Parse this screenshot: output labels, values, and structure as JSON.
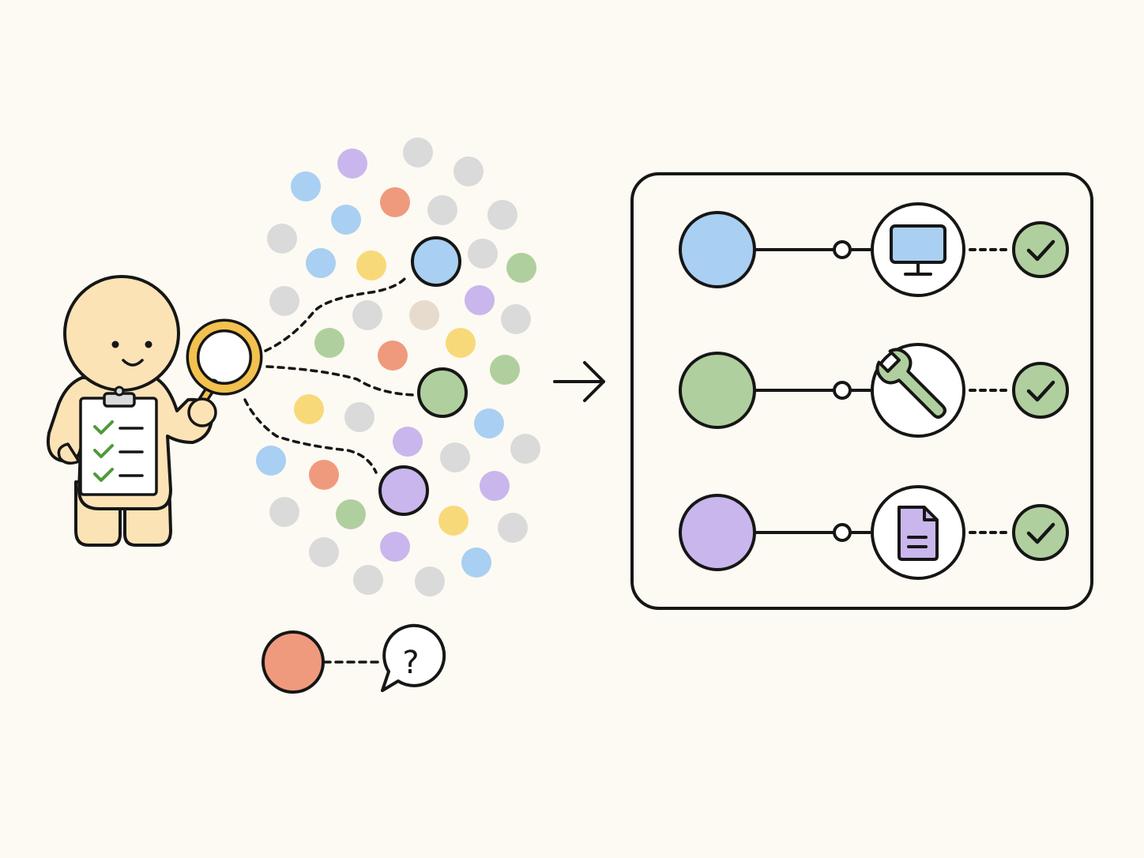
{
  "colors": {
    "background": "#FCFAF2",
    "ink": "#161616",
    "blue": "#A9CFF2",
    "green": "#B0CF9E",
    "purple": "#C9B6EC",
    "orange": "#F09A7D",
    "yellow": "#F8D97A",
    "gray": "#DADADA",
    "beige": "#E7DBCE",
    "skin": "#FCE3B6",
    "lens": "#F2C14E",
    "check": "#4F9A3C"
  },
  "scatter": {
    "dots": [
      {
        "color": "purple"
      },
      {
        "color": "gray"
      },
      {
        "color": "blue"
      },
      {
        "color": "gray"
      },
      {
        "color": "orange"
      },
      {
        "color": "blue"
      },
      {
        "color": "gray"
      },
      {
        "color": "gray"
      },
      {
        "color": "gray"
      },
      {
        "color": "blue"
      },
      {
        "color": "yellow"
      },
      {
        "color": "gray"
      },
      {
        "color": "green"
      },
      {
        "color": "gray"
      },
      {
        "color": "purple"
      },
      {
        "color": "gray"
      },
      {
        "color": "beige"
      },
      {
        "color": "gray"
      },
      {
        "color": "green"
      },
      {
        "color": "orange"
      },
      {
        "color": "yellow"
      },
      {
        "color": "green"
      },
      {
        "color": "yellow"
      },
      {
        "color": "gray"
      },
      {
        "color": "blue"
      },
      {
        "color": "purple"
      },
      {
        "color": "blue"
      },
      {
        "color": "gray"
      },
      {
        "color": "gray"
      },
      {
        "color": "orange"
      },
      {
        "color": "purple"
      },
      {
        "color": "gray"
      },
      {
        "color": "green"
      },
      {
        "color": "yellow"
      },
      {
        "color": "gray"
      },
      {
        "color": "gray"
      },
      {
        "color": "purple"
      },
      {
        "color": "blue"
      },
      {
        "color": "gray"
      },
      {
        "color": "gray"
      }
    ],
    "selected": [
      {
        "color": "blue"
      },
      {
        "color": "green"
      },
      {
        "color": "purple"
      }
    ]
  },
  "mapping_rows": [
    {
      "color": "blue",
      "icon": "monitor-icon",
      "status": "check-icon"
    },
    {
      "color": "green",
      "icon": "wrench-icon",
      "status": "check-icon"
    },
    {
      "color": "purple",
      "icon": "document-icon",
      "status": "check-icon"
    }
  ],
  "unmatched": {
    "color": "orange",
    "icon": "question-bubble-icon",
    "glyph": "?"
  },
  "figure": {
    "held_item": "clipboard-icon",
    "tool": "magnifier-icon",
    "clipboard_checks": 3
  }
}
